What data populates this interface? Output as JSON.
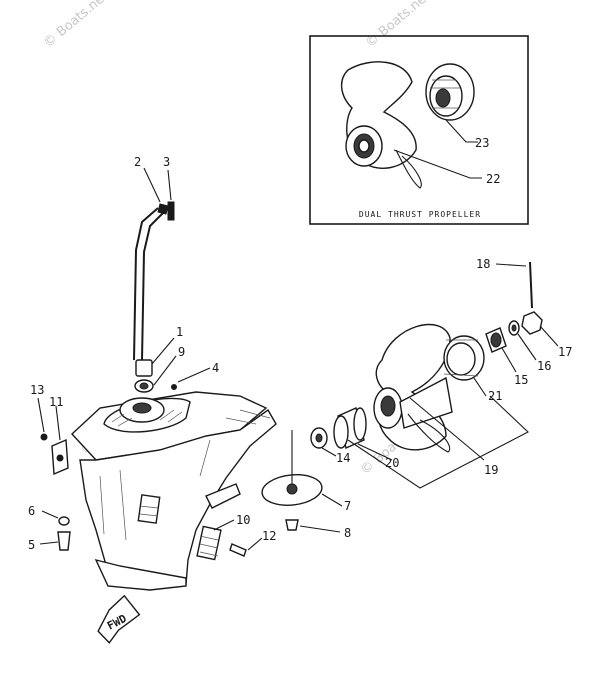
{
  "watermarks": [
    "© Boats.net",
    "© Boats.net",
    "© Boats.net",
    "© Boats.net"
  ],
  "inset": {
    "caption": "DUAL THRUST PROPELLER"
  },
  "callouts": [
    "1",
    "2",
    "3",
    "4",
    "5",
    "6",
    "7",
    "8",
    "9",
    "10",
    "11",
    "12",
    "13",
    "14",
    "15",
    "16",
    "17",
    "18",
    "19",
    "20",
    "21",
    "22",
    "23"
  ],
  "fwd_label": "FWD"
}
